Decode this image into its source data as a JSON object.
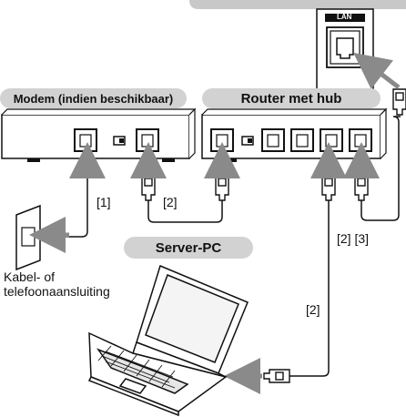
{
  "devices": {
    "modem_label": "Modem (indien beschikbaar)",
    "router_label": "Router met hub",
    "pc_label": "Server-PC",
    "lan_port_label": "LAN"
  },
  "connections": {
    "modem_cable": "[1]",
    "modem_router_cable": "[2]",
    "router_tv_cable": "[2] [3]",
    "router_pc_cable": "[2]"
  },
  "wall_outlet": {
    "line1": "Kabel- of",
    "line2": "telefoonaansluiting"
  },
  "colors": {
    "label_bg": "#d2d2d2",
    "arrow": "#8a8a8a",
    "line": "#111111"
  }
}
